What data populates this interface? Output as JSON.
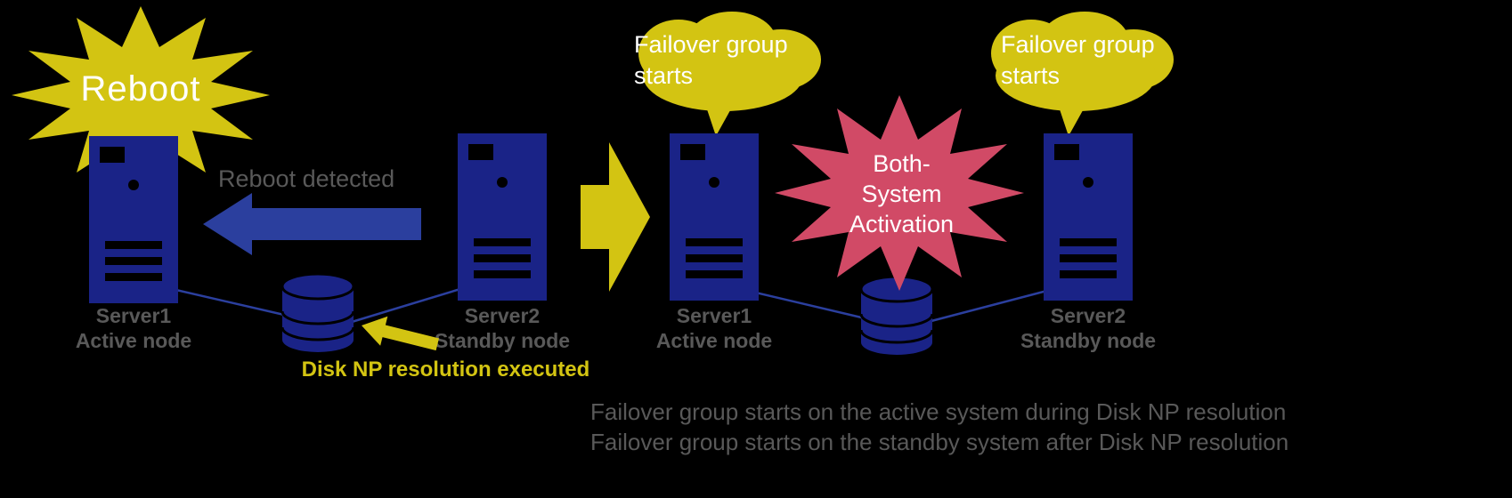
{
  "colors": {
    "background": "#000000",
    "server_navy": "#1a2387",
    "arrow_blue": "#2b3f9e",
    "accent_yellow": "#d3c412",
    "burst_red": "#d14a66",
    "label_gray": "#595959",
    "burst_text_white": "#ffffff"
  },
  "left_scene": {
    "reboot_burst_label": "Reboot",
    "reboot_detected_label": "Reboot detected",
    "server1": {
      "name": "Server1",
      "role": "Active node"
    },
    "server2": {
      "name": "Server2",
      "role": "Standby node"
    },
    "disk_caption": "Disk NP resolution executed"
  },
  "right_scene": {
    "active_cloud_label": "Failover group starts",
    "standby_cloud_label": "Failover group starts",
    "burst_lines": [
      "Both-",
      "System",
      "Activation"
    ],
    "server1": {
      "name": "Server1",
      "role": "Active node"
    },
    "server2": {
      "name": "Server2",
      "role": "Standby node"
    }
  },
  "footnotes": [
    "Failover group starts on the active system during Disk NP resolution",
    "Failover group starts on the standby system after Disk NP resolution"
  ]
}
